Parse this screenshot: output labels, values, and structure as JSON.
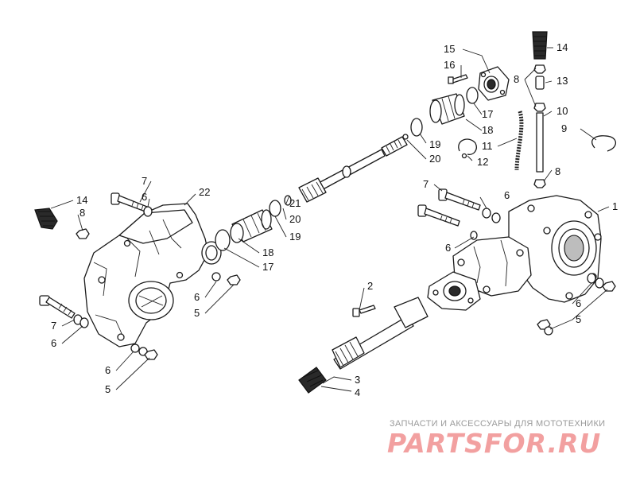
{
  "callouts": {
    "c15": "15",
    "c16": "16",
    "c14a": "14",
    "c8a": "8",
    "c13": "13",
    "c10": "10",
    "c9": "9",
    "c17a": "17",
    "c18a": "18",
    "c11": "11",
    "c19a": "19",
    "c20a": "20",
    "c12": "12",
    "c8b": "8",
    "c1": "1",
    "c7a": "7",
    "c6a": "6",
    "c6b": "6",
    "c21": "21",
    "c20b": "20",
    "c19b": "19",
    "c7b": "7",
    "c6c": "6",
    "c22": "22",
    "c14b": "14",
    "c8c": "8",
    "c18b": "18",
    "c17b": "17",
    "c2": "2",
    "c6d": "6",
    "c5a": "5",
    "c6e": "6",
    "c5b": "5",
    "c7c": "7",
    "c6f": "6",
    "c6g": "6",
    "c5c": "5",
    "c3": "3",
    "c4": "4"
  },
  "watermark": {
    "caption": "ЗАПЧАСТИ И АКСЕССУАРЫ ДЛЯ МОТОТЕХНИКИ",
    "logo": "PARTSFOR.RU"
  },
  "colors": {
    "ink": "#1a1a1a",
    "watermark_caption": "#9a9a9a",
    "watermark_logo": "#f2a0a0"
  }
}
